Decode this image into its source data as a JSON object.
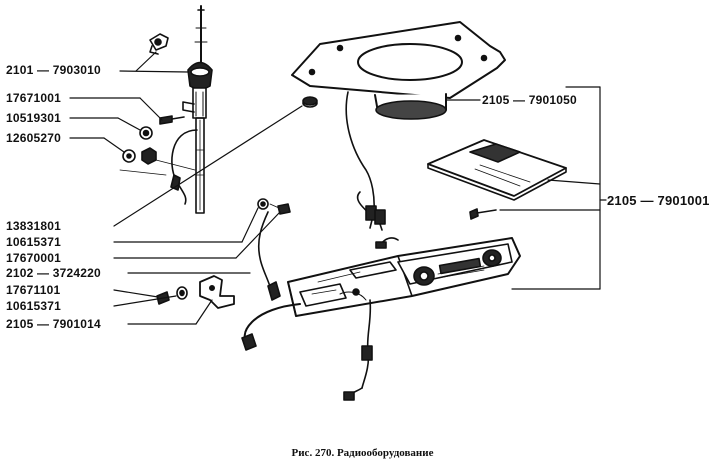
{
  "figure": {
    "caption": "Рис. 270. Радиооборудование"
  },
  "labels": {
    "antenna": "2101 — 7903010",
    "screw_1": "17671001",
    "washer_1": "10519301",
    "nut_1": "12605270",
    "speaker": "2105 — 7901050",
    "radio_set": "2105 — 7901001",
    "plug": "13831801",
    "washer_2": "10615371",
    "screw_2": "17670001",
    "wire": "2102 — 3724220",
    "screw_3": "17671101",
    "washer_3": "10615371",
    "bracket": "2105 — 7901014"
  }
}
